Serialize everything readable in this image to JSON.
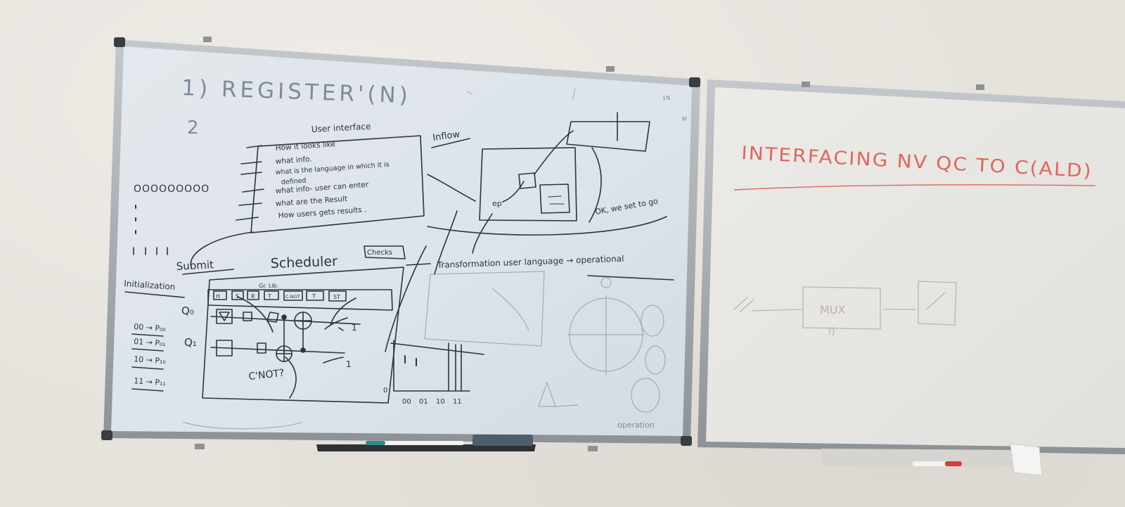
{
  "left_board": {
    "heading": "1) REGISTER'(N)",
    "user_interface": {
      "title": "User interface",
      "lines": [
        "How it looks like",
        "what info.",
        "what is the language in which it is",
        "defined",
        "what info- user can enter",
        "what are the Result",
        "How users gets results ."
      ]
    },
    "inflow_label": "Inflow",
    "ok_label": "OK, we set to go",
    "transformation_label": "Transformation user language → operational",
    "scheduler_label": "Scheduler",
    "submit_label": "Submit",
    "checks_label": "Checks",
    "initialization_label": "Initialization",
    "qubit_labels": [
      "Q₀",
      "Q₁"
    ],
    "cnot_label": "C'NOT?",
    "gate_row": [
      "H",
      "S",
      "R",
      "T",
      "C-NOT",
      "T",
      "ST"
    ],
    "gate_row_title": "Gr. Lib.",
    "state_map": [
      "00 → P₀₀",
      "01 → P₀₁",
      "10 → P₁₀",
      "11 → P₁₁"
    ],
    "histogram_ticks": [
      "00",
      "01",
      "10",
      "11"
    ],
    "histogram_axis_zero": "0",
    "ep_label": "ep",
    "circles_row": "OOOOOOOOO",
    "corner_marks": [
      "1N",
      "M"
    ],
    "bottom_faint": "operation"
  },
  "right_board": {
    "heading": "INTERFACING NV QC TO C(ALD)",
    "mux_label": "MUX",
    "mux_sub": "I)"
  },
  "colors": {
    "wall": "#e6e2dc",
    "board_surface": "#dfe6ec",
    "frame": "#9ea4aa",
    "marker_dark": "#2c3440",
    "marker_red": "#e0665a",
    "marker_faint_blue": "#7f8b98"
  }
}
